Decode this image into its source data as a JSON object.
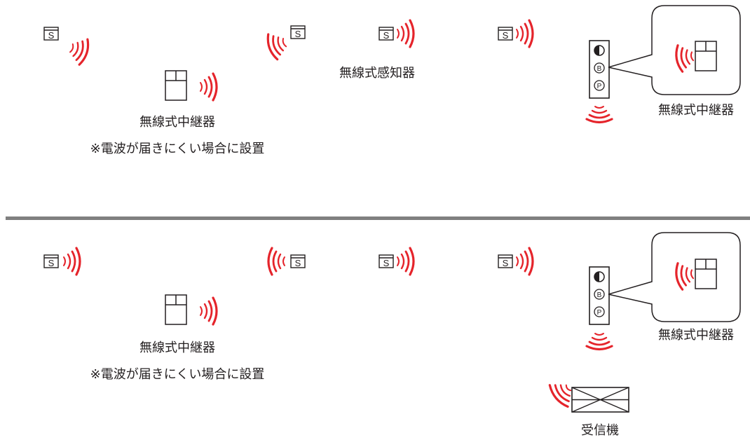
{
  "colors": {
    "wave": "#e5242b",
    "ink": "#231f20",
    "divider": "#808080"
  },
  "icons": {
    "sensor": "sensor-s-icon",
    "repeater": "repeater-icon",
    "receiver": "receiver-icon",
    "panel": "control-panel-icon"
  },
  "labels": {
    "sensor_glyph": "S",
    "panel_b": "B",
    "panel_p": "P",
    "repeater": "無線式中継器",
    "repeater_note": "※電波が届きにくい場合に設置",
    "sensor": "無線式感知器",
    "receiver": "受信機"
  }
}
